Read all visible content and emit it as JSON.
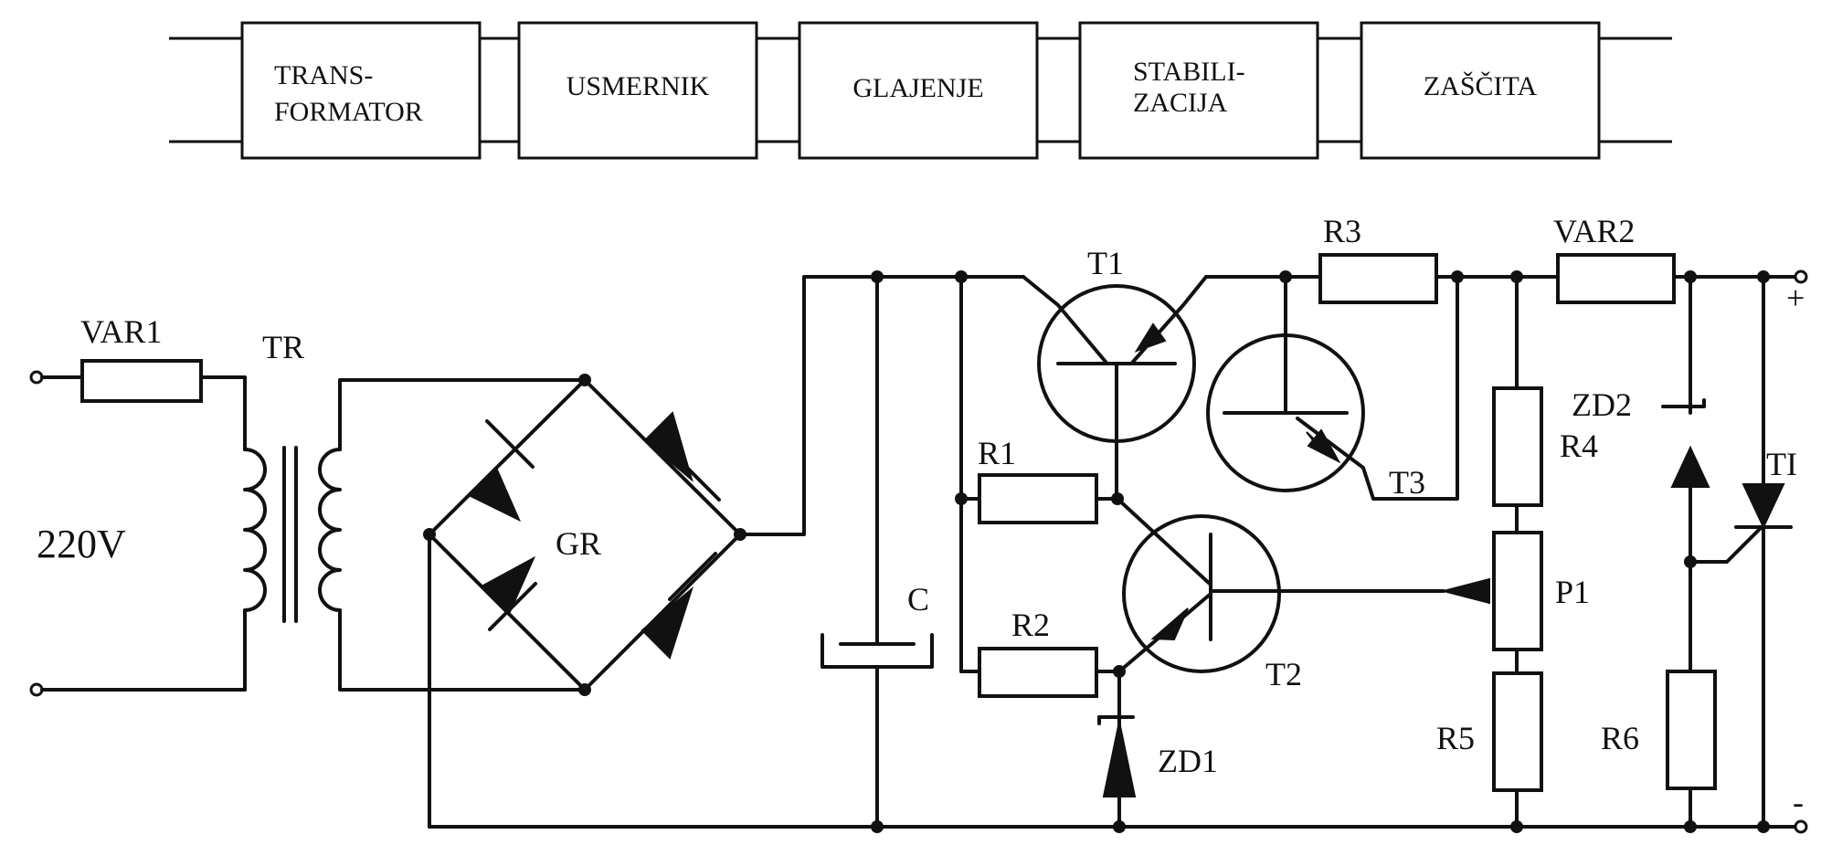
{
  "blocks": [
    {
      "line1": "TRANS-",
      "line2": "FORMATOR"
    },
    {
      "line1": "USMERNIK",
      "line2": ""
    },
    {
      "line1": "GLAJENJE",
      "line2": ""
    },
    {
      "line1": "STABILI-",
      "line2": "ZACIJA"
    },
    {
      "line1": "ZAŠČITA",
      "line2": ""
    }
  ],
  "labels": {
    "var1": "VAR1",
    "tr": "TR",
    "mains": "220V",
    "gr": "GR",
    "c": "C",
    "t1": "T1",
    "t2": "T2",
    "t3": "T3",
    "r1": "R1",
    "r2": "R2",
    "r3": "R3",
    "r4": "R4",
    "r5": "R5",
    "r6": "R6",
    "p1": "P1",
    "zd1": "ZD1",
    "zd2": "ZD2",
    "var2": "VAR2",
    "ti": "TI",
    "plus": "+",
    "minus": "-"
  }
}
